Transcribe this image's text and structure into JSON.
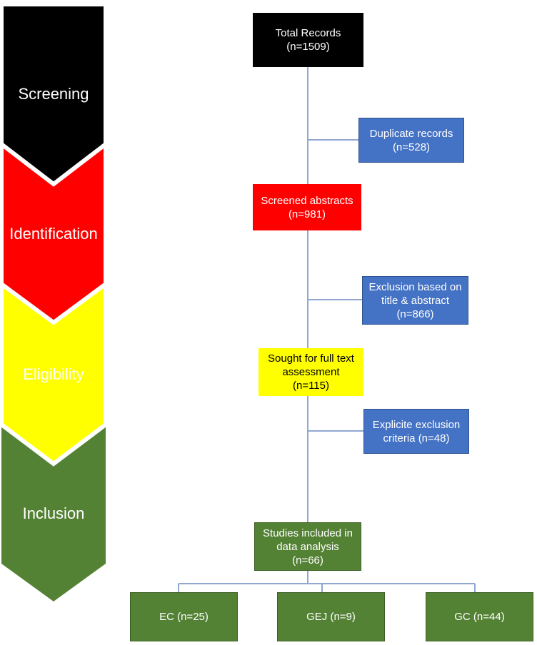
{
  "colors": {
    "screening": "#000000",
    "identification": "#ff0000",
    "eligibility": "#ffff00",
    "inclusion": "#548235",
    "side_box": "#4472c4",
    "connector": "#8fa7d1"
  },
  "stages": [
    {
      "label": "Screening"
    },
    {
      "label": "Identification"
    },
    {
      "label": "Eligibility"
    },
    {
      "label": "Inclusion"
    }
  ],
  "boxes": {
    "total_records": {
      "line1": "Total Records",
      "line2": "(n=1509)"
    },
    "duplicate_records": {
      "line1": "Duplicate records",
      "line2": "(n=528)"
    },
    "screened_abstracts": {
      "line1": "Screened abstracts",
      "line2": "(n=981)"
    },
    "exclusion_title_abstract": {
      "line1": "Exclusion based on",
      "line2": "title & abstract",
      "line3": "(n=866)"
    },
    "full_text": {
      "line1": "Sought for full text",
      "line2": "assessment",
      "line3": "(n=115)"
    },
    "explicit_exclusion": {
      "line1": "Explicite exclusion",
      "line2": "criteria (n=48)"
    },
    "studies_included": {
      "line1": "Studies included in",
      "line2": "data analysis",
      "line3": "(n=66)"
    },
    "ec": {
      "line1": "EC (n=25)"
    },
    "gej": {
      "line1": "GEJ (n=9)"
    },
    "gc": {
      "line1": "GC (n=44)"
    }
  }
}
